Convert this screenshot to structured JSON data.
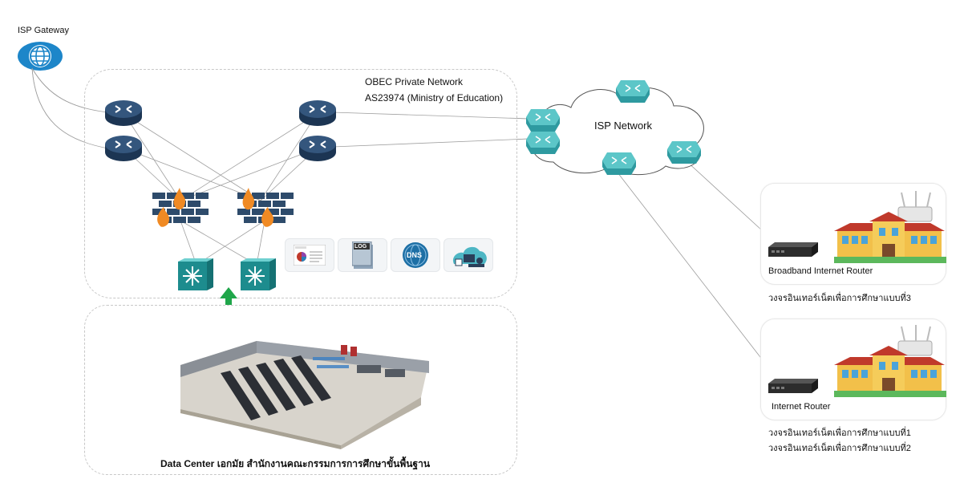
{
  "isp_gateway": {
    "label": "ISP Gateway",
    "icon": "globe-icon"
  },
  "obec": {
    "title": "OBEC Private Network",
    "asn": "AS23974 (Ministry of Education)",
    "services": [
      {
        "icon": "report-chart-icon"
      },
      {
        "icon": "log-file-icon",
        "text": "LOG"
      },
      {
        "icon": "dns-icon",
        "text": "DNS"
      },
      {
        "icon": "monitoring-icon"
      }
    ]
  },
  "isp_network": {
    "label": "ISP Network"
  },
  "datacenter": {
    "label": "Data Center เอกมัย สำนักงานคณะกรรมการการศึกษาขั้นพื้นฐาน"
  },
  "school_sites": [
    {
      "router_label": "Broadband Internet Router",
      "captions": [
        "วงจรอินเทอร์เน็ตเพื่อการศึกษาแบบที่3"
      ]
    },
    {
      "router_label": "Internet Router",
      "captions": [
        "วงจรอินเทอร์เน็ตเพื่อการศึกษาแบบที่1",
        "วงจรอินเทอร์เน็ตเพื่อการศึกษาแบบที่2"
      ]
    }
  ],
  "colors": {
    "router": "#2c4a6e",
    "cloud_router": "#2e9aa0",
    "firewall": "#2e4b6b",
    "flame": "#f08a24",
    "l3_switch": "#2aa6a8",
    "arrow": "#1fa64a"
  }
}
